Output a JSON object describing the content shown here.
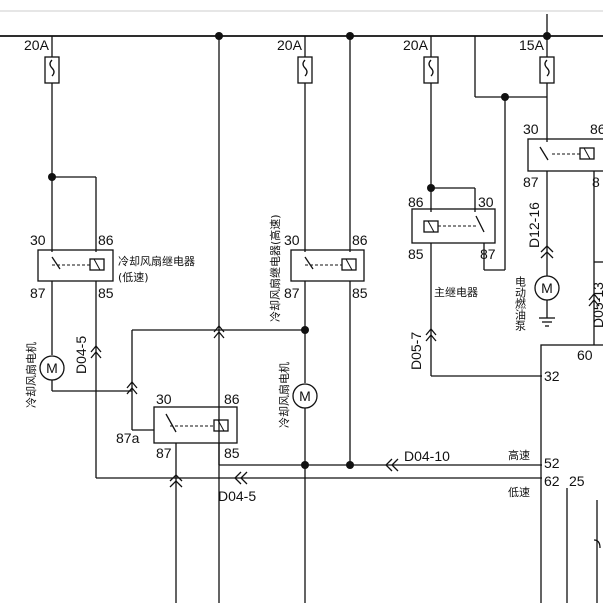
{
  "fuses": {
    "f1": "20A",
    "f2": "20A",
    "f3": "20A",
    "f4": "15A"
  },
  "relays": {
    "low": {
      "p30": "30",
      "p86": "86",
      "p87": "87",
      "p85": "85",
      "name": "冷却风扇继电器",
      "sub": "(低速)"
    },
    "high": {
      "p30": "30",
      "p86": "86",
      "p87": "87",
      "p85": "85",
      "name": "冷却风扇继电器(高速)"
    },
    "main": {
      "p86": "86",
      "p30": "30",
      "p85": "85",
      "p87": "87",
      "name": "主继电器"
    },
    "pump": {
      "p30": "30",
      "p86": "86",
      "p87": "87",
      "p8x": "8"
    },
    "bottom": {
      "p30": "30",
      "p86": "86",
      "p87a": "87a",
      "p87": "87",
      "p85": "85"
    }
  },
  "motors": {
    "fan_left": {
      "symbol": "M",
      "label": "冷却风扇电机"
    },
    "fan_mid": {
      "symbol": "M",
      "label": "冷却风扇电机"
    },
    "fuel_pump": {
      "symbol": "M",
      "label": "电动燃油泵"
    }
  },
  "connectors": {
    "d04_5_a": "D04-5",
    "d04_5_b": "D04-5",
    "d04_10": "D04-10",
    "d05_7": "D05-7",
    "d12_16": "D12-16",
    "d05_13": "D05-13"
  },
  "ecu": {
    "p60": "60",
    "p32": "32",
    "p52": "52",
    "p62": "62",
    "p25": "25",
    "high_label": "高速",
    "low_label": "低速"
  }
}
